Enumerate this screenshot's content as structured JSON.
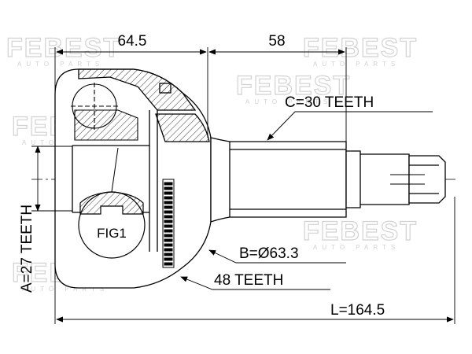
{
  "watermark": {
    "brand": "FEBEST",
    "tagline": "AUTO PARTS"
  },
  "dimensions": {
    "top_left": "64.5",
    "top_right": "58",
    "bottom_length": "L=164.5"
  },
  "callouts": {
    "spline_c": "C=30 TEETH",
    "diameter_b": "B=Ø63.3",
    "abs_ring": "48 TEETH",
    "spline_a": "A=27 TEETH",
    "figure": "FIG1"
  },
  "colors": {
    "line": "#000000",
    "watermark": "#d2d2d2",
    "background": "#ffffff"
  }
}
